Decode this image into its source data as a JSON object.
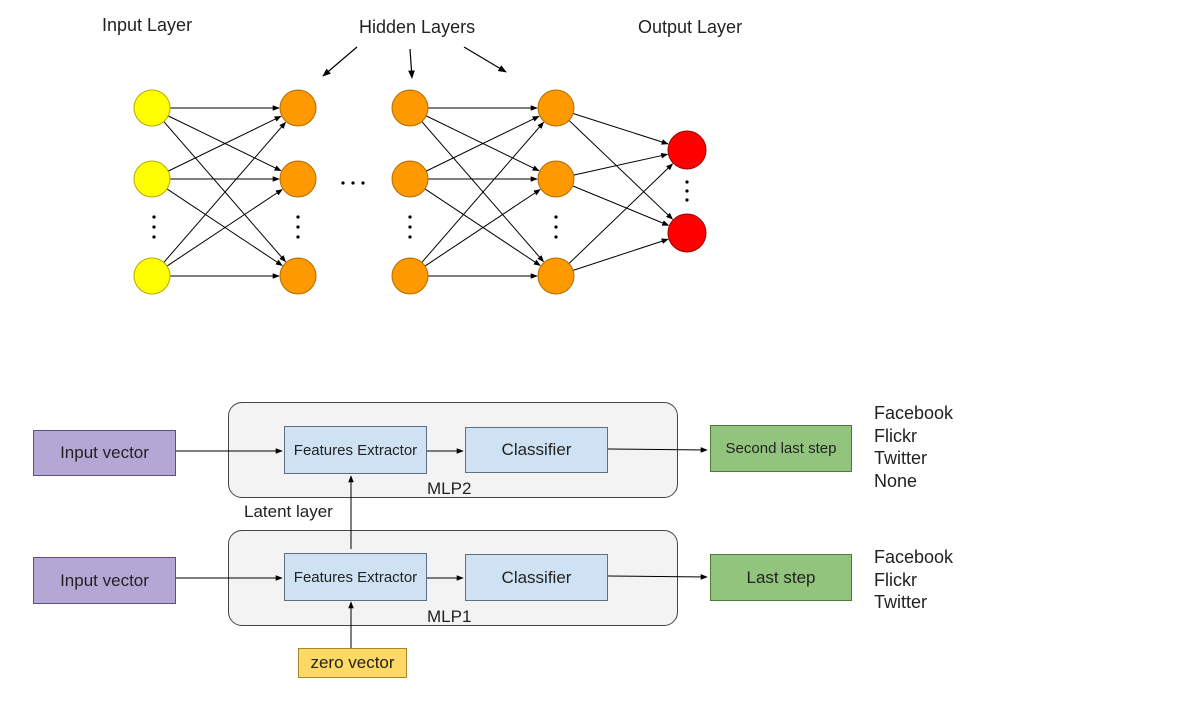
{
  "network": {
    "input_label": "Input Layer",
    "hidden_label": "Hidden Layers",
    "output_label": "Output Layer"
  },
  "pipeline": {
    "mlp2": {
      "input": "Input vector",
      "extractor": "Features Extractor",
      "classifier": "Classifier",
      "name": "MLP2",
      "output_step": "Second last step",
      "classes": [
        "Facebook",
        "Flickr",
        "Twitter",
        "None"
      ]
    },
    "latent_label": "Latent layer",
    "mlp1": {
      "input": "Input vector",
      "extractor": "Features Extractor",
      "classifier": "Classifier",
      "name": "MLP1",
      "output_step": "Last step",
      "classes": [
        "Facebook",
        "Flickr",
        "Twitter"
      ]
    },
    "zero_vector": "zero vector"
  },
  "colors": {
    "input_neuron": "#ffff00",
    "hidden_neuron": "#ff9900",
    "output_neuron": "#ff0000",
    "input_box": "#b4a7d6",
    "module_box": "#cfe2f3",
    "output_box": "#93c47d",
    "zero_box": "#ffd966",
    "mlp_container": "#f3f3f3"
  }
}
